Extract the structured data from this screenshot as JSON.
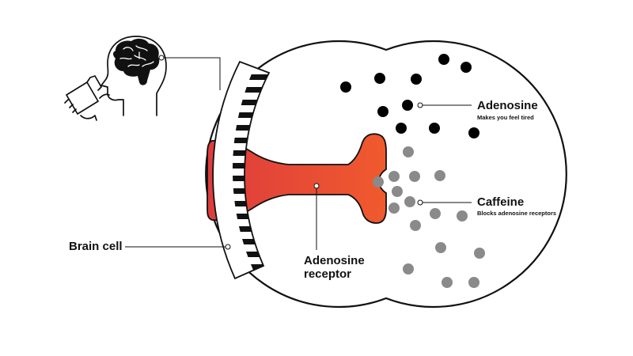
{
  "labels": {
    "adenosine": {
      "title": "Adenosine",
      "subtitle": "Makes you feel tired"
    },
    "caffeine": {
      "title": "Caffeine",
      "subtitle": "Blocks adenosine receptors"
    },
    "brain_cell": "Brain cell",
    "receptor": {
      "line1": "Adenosine",
      "line2": "receptor"
    }
  },
  "colors": {
    "adenosine_dot": "#000000",
    "caffeine_dot": "#8a8a8a",
    "receptor_gradient_start": "#dd3c3c",
    "receptor_gradient_end": "#f05a2e",
    "outline": "#111111"
  },
  "icons": {
    "person": "person-drinking-coffee-icon",
    "brain": "brain-icon"
  }
}
